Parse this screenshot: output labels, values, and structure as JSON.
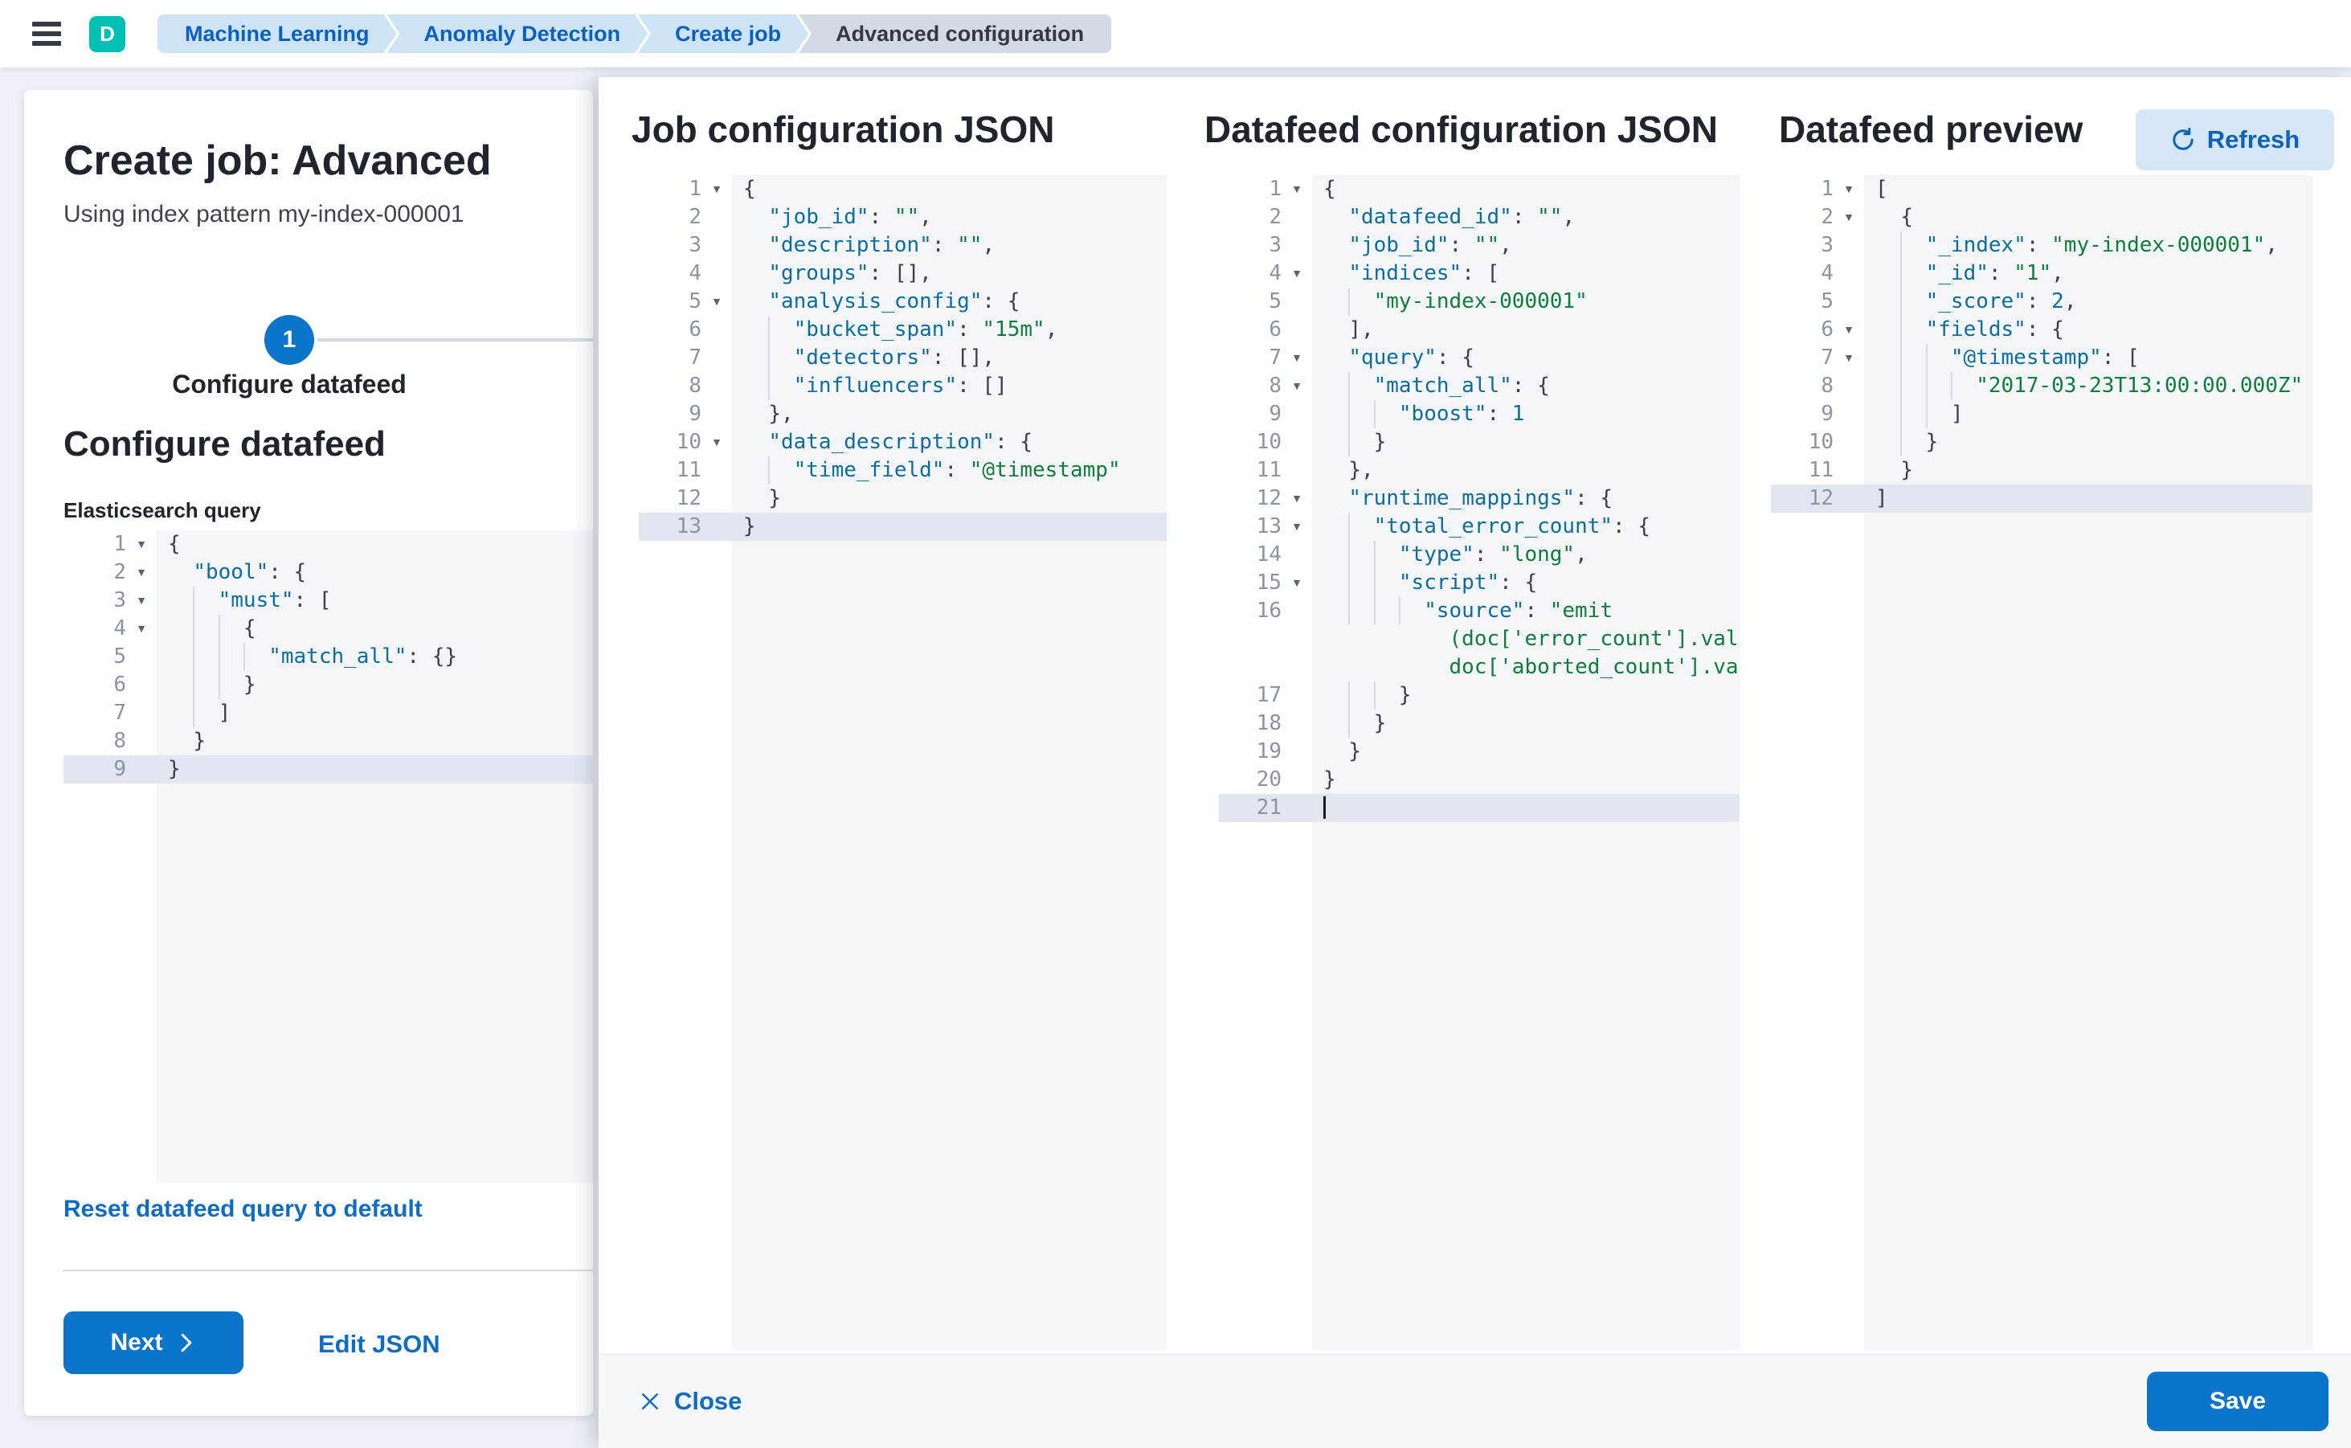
{
  "header": {
    "avatar_initial": "D",
    "breadcrumbs": [
      {
        "label": "Machine Learning"
      },
      {
        "label": "Anomaly Detection"
      },
      {
        "label": "Create job"
      },
      {
        "label": "Advanced configuration"
      }
    ]
  },
  "left_panel": {
    "title": "Create job: Advanced",
    "subtitle": "Using index pattern my-index-000001",
    "step_number": "1",
    "step_title": "Configure datafeed",
    "section_title": "Configure datafeed",
    "query_label": "Elasticsearch query",
    "reset_link": "Reset datafeed query to default",
    "next_label": "Next",
    "edit_json_label": "Edit JSON"
  },
  "flyout": {
    "job_title": "Job configuration JSON",
    "datafeed_title": "Datafeed configuration JSON",
    "preview_title": "Datafeed preview",
    "refresh_label": "Refresh",
    "close_label": "Close",
    "save_label": "Save"
  },
  "colors": {
    "primary_fill": "#0b74cb",
    "link": "#0f6cc4",
    "avatar_green": "#00bfb3",
    "breadcrumb_blue_bg": "#cde3f6",
    "breadcrumb_gray_bg": "#d3dae6",
    "code_key": "#0d6d9c",
    "code_string": "#0f7e3a",
    "editor_bg": "#f4f6f9",
    "active_line_bg": "#e2e7ef"
  },
  "editors": {
    "es": {
      "lines": [
        {
          "n": "1",
          "fold": true,
          "tokens": [
            [
              "p",
              "{"
            ]
          ]
        },
        {
          "n": "2",
          "fold": true,
          "tokens": [
            [
              "w",
              "  "
            ],
            [
              "k",
              "\"bool\""
            ],
            [
              "p",
              ": {"
            ]
          ]
        },
        {
          "n": "3",
          "fold": true,
          "tokens": [
            [
              "w",
              "  "
            ],
            [
              "g"
            ],
            [
              "k",
              "\"must\""
            ],
            [
              "p",
              ": ["
            ]
          ]
        },
        {
          "n": "4",
          "fold": true,
          "tokens": [
            [
              "w",
              "  "
            ],
            [
              "g"
            ],
            [
              "g"
            ],
            [
              "p",
              "{"
            ]
          ]
        },
        {
          "n": "5",
          "tokens": [
            [
              "w",
              "  "
            ],
            [
              "g"
            ],
            [
              "g"
            ],
            [
              "g"
            ],
            [
              "k",
              "\"match_all\""
            ],
            [
              "p",
              ": {}"
            ]
          ]
        },
        {
          "n": "6",
          "tokens": [
            [
              "w",
              "  "
            ],
            [
              "g"
            ],
            [
              "g"
            ],
            [
              "p",
              "}"
            ]
          ]
        },
        {
          "n": "7",
          "tokens": [
            [
              "w",
              "  "
            ],
            [
              "g"
            ],
            [
              "p",
              "]"
            ]
          ]
        },
        {
          "n": "8",
          "tokens": [
            [
              "w",
              "  "
            ],
            [
              "p",
              "}"
            ]
          ]
        },
        {
          "n": "9",
          "active": true,
          "tokens": [
            [
              "p",
              "}"
            ]
          ]
        }
      ]
    },
    "job": {
      "lines": [
        {
          "n": "1",
          "fold": true,
          "tokens": [
            [
              "p",
              "{"
            ]
          ]
        },
        {
          "n": "2",
          "tokens": [
            [
              "w",
              "  "
            ],
            [
              "k",
              "\"job_id\""
            ],
            [
              "p",
              ": "
            ],
            [
              "s",
              "\"\""
            ],
            [
              "p",
              ","
            ]
          ]
        },
        {
          "n": "3",
          "tokens": [
            [
              "w",
              "  "
            ],
            [
              "k",
              "\"description\""
            ],
            [
              "p",
              ": "
            ],
            [
              "s",
              "\"\""
            ],
            [
              "p",
              ","
            ]
          ]
        },
        {
          "n": "4",
          "tokens": [
            [
              "w",
              "  "
            ],
            [
              "k",
              "\"groups\""
            ],
            [
              "p",
              ": [],"
            ]
          ]
        },
        {
          "n": "5",
          "fold": true,
          "tokens": [
            [
              "w",
              "  "
            ],
            [
              "k",
              "\"analysis_config\""
            ],
            [
              "p",
              ": {"
            ]
          ]
        },
        {
          "n": "6",
          "tokens": [
            [
              "w",
              "  "
            ],
            [
              "g"
            ],
            [
              "k",
              "\"bucket_span\""
            ],
            [
              "p",
              ": "
            ],
            [
              "s",
              "\"15m\""
            ],
            [
              "p",
              ","
            ]
          ]
        },
        {
          "n": "7",
          "tokens": [
            [
              "w",
              "  "
            ],
            [
              "g"
            ],
            [
              "k",
              "\"detectors\""
            ],
            [
              "p",
              ": [],"
            ]
          ]
        },
        {
          "n": "8",
          "tokens": [
            [
              "w",
              "  "
            ],
            [
              "g"
            ],
            [
              "k",
              "\"influencers\""
            ],
            [
              "p",
              ": []"
            ]
          ]
        },
        {
          "n": "9",
          "tokens": [
            [
              "w",
              "  "
            ],
            [
              "p",
              "},"
            ]
          ]
        },
        {
          "n": "10",
          "fold": true,
          "tokens": [
            [
              "w",
              "  "
            ],
            [
              "k",
              "\"data_description\""
            ],
            [
              "p",
              ": {"
            ]
          ]
        },
        {
          "n": "11",
          "tokens": [
            [
              "w",
              "  "
            ],
            [
              "g"
            ],
            [
              "k",
              "\"time_field\""
            ],
            [
              "p",
              ": "
            ],
            [
              "s",
              "\"@timestamp\""
            ]
          ]
        },
        {
          "n": "12",
          "tokens": [
            [
              "w",
              "  "
            ],
            [
              "p",
              "}"
            ]
          ]
        },
        {
          "n": "13",
          "active": true,
          "tokens": [
            [
              "p",
              "}"
            ]
          ]
        }
      ]
    },
    "df": {
      "lines": [
        {
          "n": "1",
          "fold": true,
          "tokens": [
            [
              "p",
              "{"
            ]
          ]
        },
        {
          "n": "2",
          "tokens": [
            [
              "w",
              "  "
            ],
            [
              "k",
              "\"datafeed_id\""
            ],
            [
              "p",
              ": "
            ],
            [
              "s",
              "\"\""
            ],
            [
              "p",
              ","
            ]
          ]
        },
        {
          "n": "3",
          "tokens": [
            [
              "w",
              "  "
            ],
            [
              "k",
              "\"job_id\""
            ],
            [
              "p",
              ": "
            ],
            [
              "s",
              "\"\""
            ],
            [
              "p",
              ","
            ]
          ]
        },
        {
          "n": "4",
          "fold": true,
          "tokens": [
            [
              "w",
              "  "
            ],
            [
              "k",
              "\"indices\""
            ],
            [
              "p",
              ": ["
            ]
          ]
        },
        {
          "n": "5",
          "tokens": [
            [
              "w",
              "  "
            ],
            [
              "g"
            ],
            [
              "s",
              "\"my-index-000001\""
            ]
          ]
        },
        {
          "n": "6",
          "tokens": [
            [
              "w",
              "  "
            ],
            [
              "p",
              "],"
            ]
          ]
        },
        {
          "n": "7",
          "fold": true,
          "tokens": [
            [
              "w",
              "  "
            ],
            [
              "k",
              "\"query\""
            ],
            [
              "p",
              ": {"
            ]
          ]
        },
        {
          "n": "8",
          "fold": true,
          "tokens": [
            [
              "w",
              "  "
            ],
            [
              "g"
            ],
            [
              "k",
              "\"match_all\""
            ],
            [
              "p",
              ": {"
            ]
          ]
        },
        {
          "n": "9",
          "tokens": [
            [
              "w",
              "  "
            ],
            [
              "g"
            ],
            [
              "g"
            ],
            [
              "k",
              "\"boost\""
            ],
            [
              "p",
              ": "
            ],
            [
              "n",
              "1"
            ]
          ]
        },
        {
          "n": "10",
          "tokens": [
            [
              "w",
              "  "
            ],
            [
              "g"
            ],
            [
              "p",
              "}"
            ]
          ]
        },
        {
          "n": "11",
          "tokens": [
            [
              "w",
              "  "
            ],
            [
              "p",
              "},"
            ]
          ]
        },
        {
          "n": "12",
          "fold": true,
          "tokens": [
            [
              "w",
              "  "
            ],
            [
              "k",
              "\"runtime_mappings\""
            ],
            [
              "p",
              ": {"
            ]
          ]
        },
        {
          "n": "13",
          "fold": true,
          "tokens": [
            [
              "w",
              "  "
            ],
            [
              "g"
            ],
            [
              "k",
              "\"total_error_count\""
            ],
            [
              "p",
              ": {"
            ]
          ]
        },
        {
          "n": "14",
          "tokens": [
            [
              "w",
              "  "
            ],
            [
              "g"
            ],
            [
              "g"
            ],
            [
              "k",
              "\"type\""
            ],
            [
              "p",
              ": "
            ],
            [
              "s",
              "\"long\""
            ],
            [
              "p",
              ","
            ]
          ]
        },
        {
          "n": "15",
          "fold": true,
          "tokens": [
            [
              "w",
              "  "
            ],
            [
              "g"
            ],
            [
              "g"
            ],
            [
              "k",
              "\"script\""
            ],
            [
              "p",
              ": {"
            ]
          ]
        },
        {
          "n": "16",
          "tokens": [
            [
              "w",
              "  "
            ],
            [
              "g"
            ],
            [
              "g"
            ],
            [
              "g"
            ],
            [
              "k",
              "\"source\""
            ],
            [
              "p",
              ": "
            ],
            [
              "s",
              "\"emit"
            ]
          ]
        },
        {
          "n": "",
          "cont": 10,
          "tokens": [
            [
              "s",
              "(doc['error_count'].value +"
            ]
          ]
        },
        {
          "n": "",
          "cont": 10,
          "tokens": [
            [
              "s",
              "doc['aborted_count'].value)\""
            ]
          ]
        },
        {
          "n": "17",
          "tokens": [
            [
              "w",
              "  "
            ],
            [
              "g"
            ],
            [
              "g"
            ],
            [
              "p",
              "}"
            ]
          ]
        },
        {
          "n": "18",
          "tokens": [
            [
              "w",
              "  "
            ],
            [
              "g"
            ],
            [
              "p",
              "}"
            ]
          ]
        },
        {
          "n": "19",
          "tokens": [
            [
              "w",
              "  "
            ],
            [
              "p",
              "}"
            ]
          ]
        },
        {
          "n": "20",
          "tokens": [
            [
              "p",
              "}"
            ]
          ]
        },
        {
          "n": "21",
          "active": true,
          "tokens": [
            [
              "c"
            ]
          ]
        }
      ]
    },
    "pv": {
      "lines": [
        {
          "n": "1",
          "fold": true,
          "tokens": [
            [
              "p",
              "["
            ]
          ]
        },
        {
          "n": "2",
          "fold": true,
          "tokens": [
            [
              "w",
              "  "
            ],
            [
              "p",
              "{"
            ]
          ]
        },
        {
          "n": "3",
          "tokens": [
            [
              "w",
              "  "
            ],
            [
              "g"
            ],
            [
              "k",
              "\"_index\""
            ],
            [
              "p",
              ": "
            ],
            [
              "s",
              "\"my-index-000001\""
            ],
            [
              "p",
              ","
            ]
          ]
        },
        {
          "n": "4",
          "tokens": [
            [
              "w",
              "  "
            ],
            [
              "g"
            ],
            [
              "k",
              "\"_id\""
            ],
            [
              "p",
              ": "
            ],
            [
              "s",
              "\"1\""
            ],
            [
              "p",
              ","
            ]
          ]
        },
        {
          "n": "5",
          "tokens": [
            [
              "w",
              "  "
            ],
            [
              "g"
            ],
            [
              "k",
              "\"_score\""
            ],
            [
              "p",
              ": "
            ],
            [
              "n",
              "2"
            ],
            [
              "p",
              ","
            ]
          ]
        },
        {
          "n": "6",
          "fold": true,
          "tokens": [
            [
              "w",
              "  "
            ],
            [
              "g"
            ],
            [
              "k",
              "\"fields\""
            ],
            [
              "p",
              ": {"
            ]
          ]
        },
        {
          "n": "7",
          "fold": true,
          "tokens": [
            [
              "w",
              "  "
            ],
            [
              "g"
            ],
            [
              "g"
            ],
            [
              "k",
              "\"@timestamp\""
            ],
            [
              "p",
              ": ["
            ]
          ]
        },
        {
          "n": "8",
          "tokens": [
            [
              "w",
              "  "
            ],
            [
              "g"
            ],
            [
              "g"
            ],
            [
              "g"
            ],
            [
              "s",
              "\"2017-03-23T13:00:00.000Z\""
            ]
          ]
        },
        {
          "n": "9",
          "tokens": [
            [
              "w",
              "  "
            ],
            [
              "g"
            ],
            [
              "g"
            ],
            [
              "p",
              "]"
            ]
          ]
        },
        {
          "n": "10",
          "tokens": [
            [
              "w",
              "  "
            ],
            [
              "g"
            ],
            [
              "p",
              "}"
            ]
          ]
        },
        {
          "n": "11",
          "tokens": [
            [
              "w",
              "  "
            ],
            [
              "p",
              "}"
            ]
          ]
        },
        {
          "n": "12",
          "active": true,
          "tokens": [
            [
              "p",
              "]"
            ]
          ]
        }
      ]
    }
  }
}
